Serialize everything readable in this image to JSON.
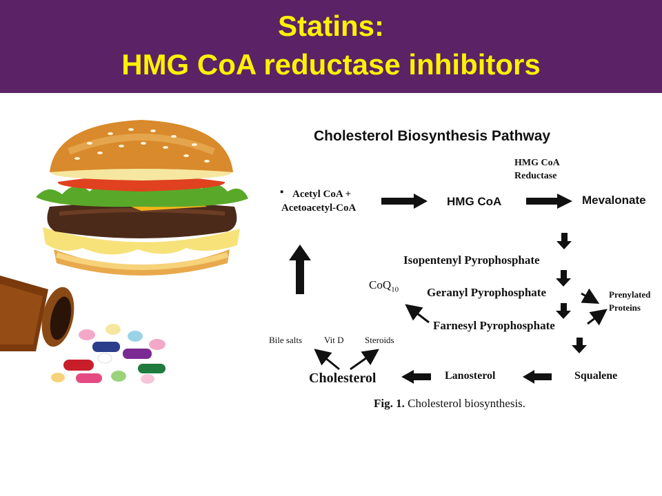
{
  "title": {
    "line1": "Statins:",
    "line2": "HMG CoA reductase inhibitors"
  },
  "colors": {
    "header_bg": "#5b2366",
    "title_text": "#fff200",
    "diagram_ink": "#111111"
  },
  "diagram": {
    "title": "Cholesterol Biosynthesis Pathway",
    "nodes": {
      "bullet": "▪",
      "acetyl_line1": "Acetyl CoA +",
      "acetyl_line2": "Acetoacetyl-CoA",
      "hmg_coa": "HMG CoA",
      "enzyme_line1": "HMG CoA",
      "enzyme_line2": "Reductase",
      "mevalonate": "Mevalonate",
      "isopentenyl": "Isopentenyl Pyrophosphate",
      "geranyl": "Geranyl Pyrophosphate",
      "farnesyl": "Farnesyl Pyrophosphate",
      "coq_base": "CoQ",
      "coq_sub": "10",
      "prenylated_line1": "Prenylated",
      "prenylated_line2": "Proteins",
      "squalene": "Squalene",
      "lanosterol": "Lanosterol",
      "cholesterol": "Cholesterol",
      "bile_salts": "Bile salts",
      "vit_d": "Vit D",
      "steroids": "Steroids"
    },
    "caption": {
      "label": "Fig. 1.",
      "text": "Cholesterol biosynthesis."
    }
  }
}
